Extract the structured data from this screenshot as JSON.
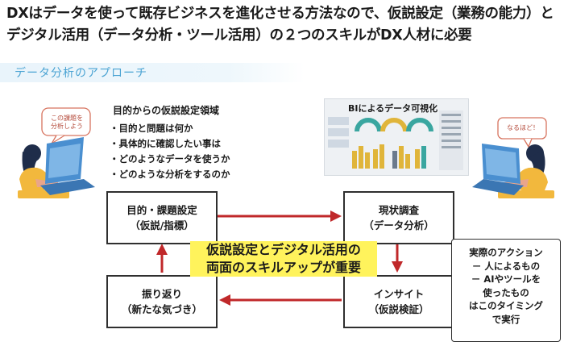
{
  "headline": "DXはデータを使って既存ビジネスを進化させる方法なので、仮説設定（業務の能力）とデジタル活用（データ分析・ツール活用）の２つのスキルがDX人材に必要",
  "section_title": "データ分析のアプローチ",
  "goals": {
    "title": "目的からの仮説設定領域",
    "items": [
      "・目的と問題は何か",
      "・具体的に確認したい事は",
      "・どのようなデータを使うか",
      "・どのような分析をするのか"
    ]
  },
  "left_person": {
    "bubble_line1": "この課題を",
    "bubble_line2": "分析しよう"
  },
  "right_person": {
    "bubble": "なるほど！"
  },
  "bi": {
    "title": "BIによるデータ可視化"
  },
  "cycle": {
    "box1": {
      "line1": "目的・課題設定",
      "line2": "（仮説/指標）"
    },
    "box2": {
      "line1": "現状調査",
      "line2": "（データ分析）"
    },
    "box3": {
      "line1": "インサイト",
      "line2": "（仮説検証）"
    },
    "box4": {
      "line1": "振り返り",
      "line2": "（新たな気づき）"
    }
  },
  "highlight": {
    "line1": "仮説設定とデジタル活用の",
    "line2": "両面のスキルアップが重要"
  },
  "note": {
    "lines": [
      "実際のアクション",
      "－ 人によるもの",
      "－ AIやツールを",
      "使ったもの",
      "はこのタイミング",
      "で実行"
    ]
  },
  "colors": {
    "arrow": "#c0282a",
    "highlight": "#fff35c",
    "section_title": "#4aa3d3",
    "laptop": "#4a8fd0",
    "person_top": "#f2b83d"
  },
  "icons": [
    "laptop-icon",
    "person-icon",
    "speech-bubble-icon",
    "dashboard-thumbnail-icon"
  ]
}
